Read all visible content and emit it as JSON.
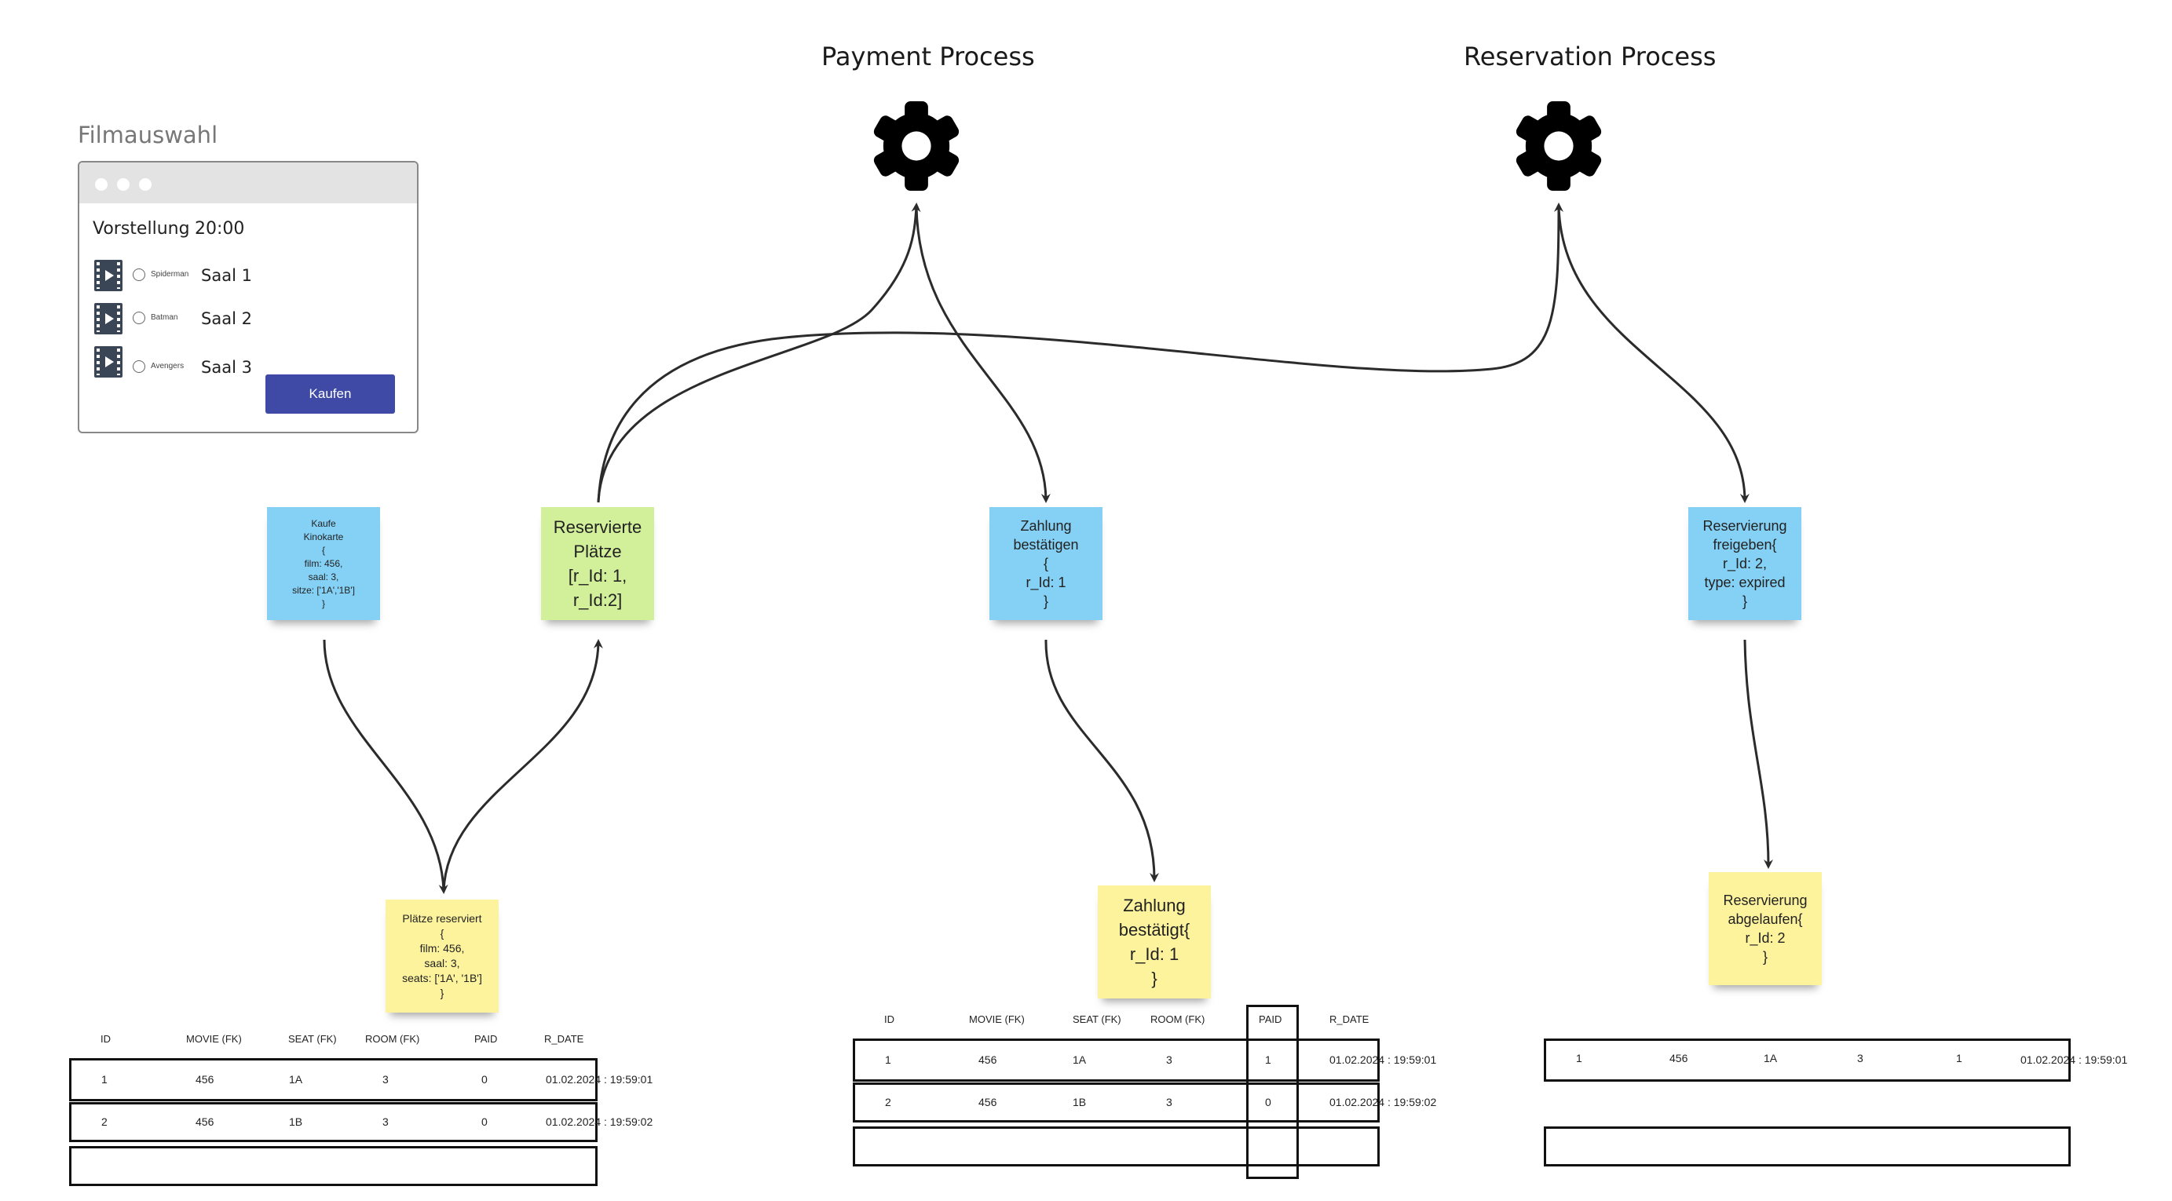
{
  "processes": {
    "payment": {
      "title": "Payment Process",
      "icon": "gear-icon"
    },
    "reservation": {
      "title": "Reservation Process",
      "icon": "gear-icon"
    }
  },
  "filmauswahl": {
    "title": "Filmauswahl",
    "vorstellung_label": "Vorstellung",
    "time": "20:00",
    "films": [
      {
        "name": "Spiderman",
        "room": "Saal 1",
        "icon": "film-icon"
      },
      {
        "name": "Batman",
        "room": "Saal 2",
        "icon": "film-icon"
      },
      {
        "name": "Avengers",
        "room": "Saal 3",
        "icon": "film-icon"
      }
    ],
    "buy_button": "Kaufen"
  },
  "notes": {
    "kaufe_kinokarte": [
      "Kaufe",
      "Kinokarte",
      "{",
      "film: 456,",
      "saal: 3,",
      "sitze: ['1A','1B']",
      "}"
    ],
    "reservierte_plaetze": [
      "Reservierte",
      "Plätze",
      "[r_Id: 1,",
      "r_Id:2]"
    ],
    "zahlung_bestaetigen": [
      "Zahlung",
      "bestätigen",
      "{",
      "r_Id: 1",
      "}"
    ],
    "reservierung_freigeben": [
      "Reservierung",
      "freigeben{",
      "r_Id: 2,",
      "type: expired",
      "}"
    ],
    "plaetze_reserviert": [
      "Plätze reserviert",
      "{",
      "film: 456,",
      "saal: 3,",
      "seats: ['1A', '1B']",
      "}"
    ],
    "zahlung_bestaetigt": [
      "Zahlung",
      "bestätigt{",
      "r_Id: 1",
      "}"
    ],
    "reservierung_abgelaufen": [
      "Reservierung",
      "abgelaufen{",
      "r_Id: 2",
      "}"
    ]
  },
  "tables": {
    "headers": [
      "ID",
      "MOVIE (FK)",
      "SEAT (FK)",
      "ROOM (FK)",
      "PAID",
      "R_DATE"
    ],
    "reservation_table_1": [
      [
        "1",
        "456",
        "1A",
        "3",
        "0",
        "01.02.2024 : 19:59:01"
      ],
      [
        "2",
        "456",
        "1B",
        "3",
        "0",
        "01.02.2024 : 19:59:02"
      ]
    ],
    "reservation_table_2": [
      [
        "1",
        "456",
        "1A",
        "3",
        "1",
        "01.02.2024 : 19:59:01"
      ],
      [
        "2",
        "456",
        "1B",
        "3",
        "0",
        "01.02.2024 : 19:59:02"
      ]
    ],
    "reservation_table_3": [
      [
        "1",
        "456",
        "1A",
        "3",
        "1",
        "01.02.2024 : 19:59:01"
      ]
    ]
  }
}
